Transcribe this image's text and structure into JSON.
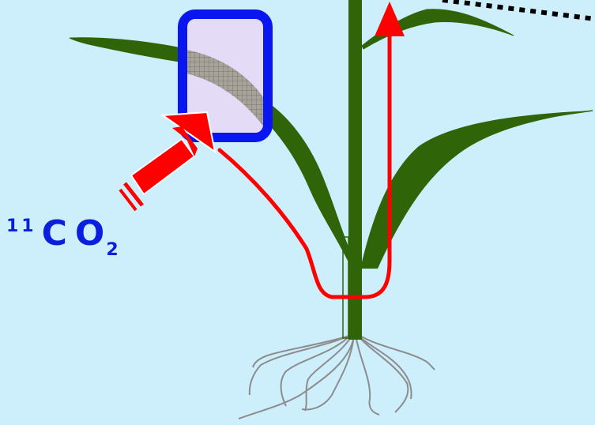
{
  "label": {
    "mass_number": "11",
    "formula": "CO",
    "subscript": "2"
  },
  "colors": {
    "background": "#cdeefb",
    "plant_green": "#2f6409",
    "chamber_border": "#0a16f0",
    "chamber_fill": "#e4dcf7",
    "flow_arrow": "#ff0000",
    "label_text": "#0a1ee0",
    "roots": "#8a8a8a",
    "dotted_line": "#000000"
  },
  "icons": [
    "inlet-arrow-icon",
    "flow-arrow-icon"
  ]
}
